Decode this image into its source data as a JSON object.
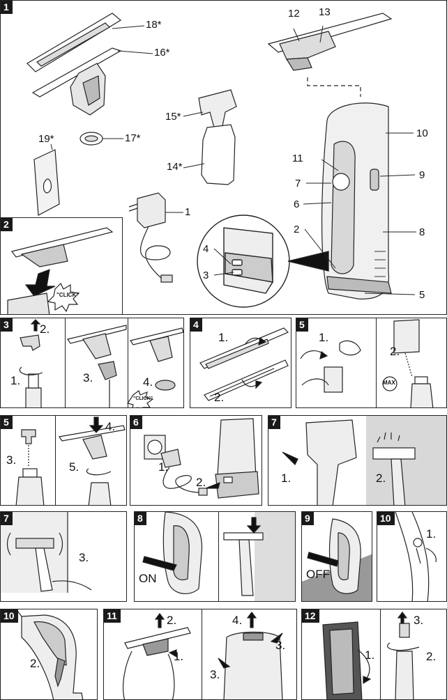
{
  "badges": {
    "p1": "1",
    "p2": "2",
    "p3": "3",
    "p4": "4",
    "p5a": "5",
    "p5b": "5",
    "p6": "6",
    "p7a": "7",
    "p7b": "7",
    "p8": "8",
    "p9": "9",
    "p10a": "10",
    "p10b": "10",
    "p11": "11",
    "p12": "12"
  },
  "parts": {
    "n1": "1",
    "n2": "2",
    "n3": "3",
    "n4": "4",
    "n5": "5",
    "n6": "6",
    "n7": "7",
    "n8": "8",
    "n9": "9",
    "n10": "10",
    "n11": "11",
    "n12": "12",
    "n13": "13",
    "n14": "14*",
    "n15": "15*",
    "n16": "16*",
    "n17": "17*",
    "n18": "18*",
    "n19": "19*"
  },
  "steps": {
    "s3_1": "1.",
    "s3_2": "2.",
    "s3_3": "3.",
    "s3_4": "4.",
    "s4_1": "1.",
    "s4_2": "2.",
    "s5a_1": "1.",
    "s5a_2": "2.",
    "s5a_max": "MAX",
    "s5b_3": "3.",
    "s5b_4": "4.",
    "s5b_5": "5.",
    "s6_1": "1.",
    "s6_2": "2.",
    "s7a_1": "1.",
    "s7a_2": "2.",
    "s7b_3": "3.",
    "s8_on": "ON",
    "s9_off": "OFF",
    "s10a_1": "1.",
    "s10b_2": "2.",
    "s11_1": "1.",
    "s11_2": "2.",
    "s11_3a": "3.",
    "s11_3b": "3.",
    "s11_4": "4.",
    "s12_1": "1.",
    "s12_2": "2.",
    "s12_3": "3."
  },
  "click_text": "\"CLICK\""
}
